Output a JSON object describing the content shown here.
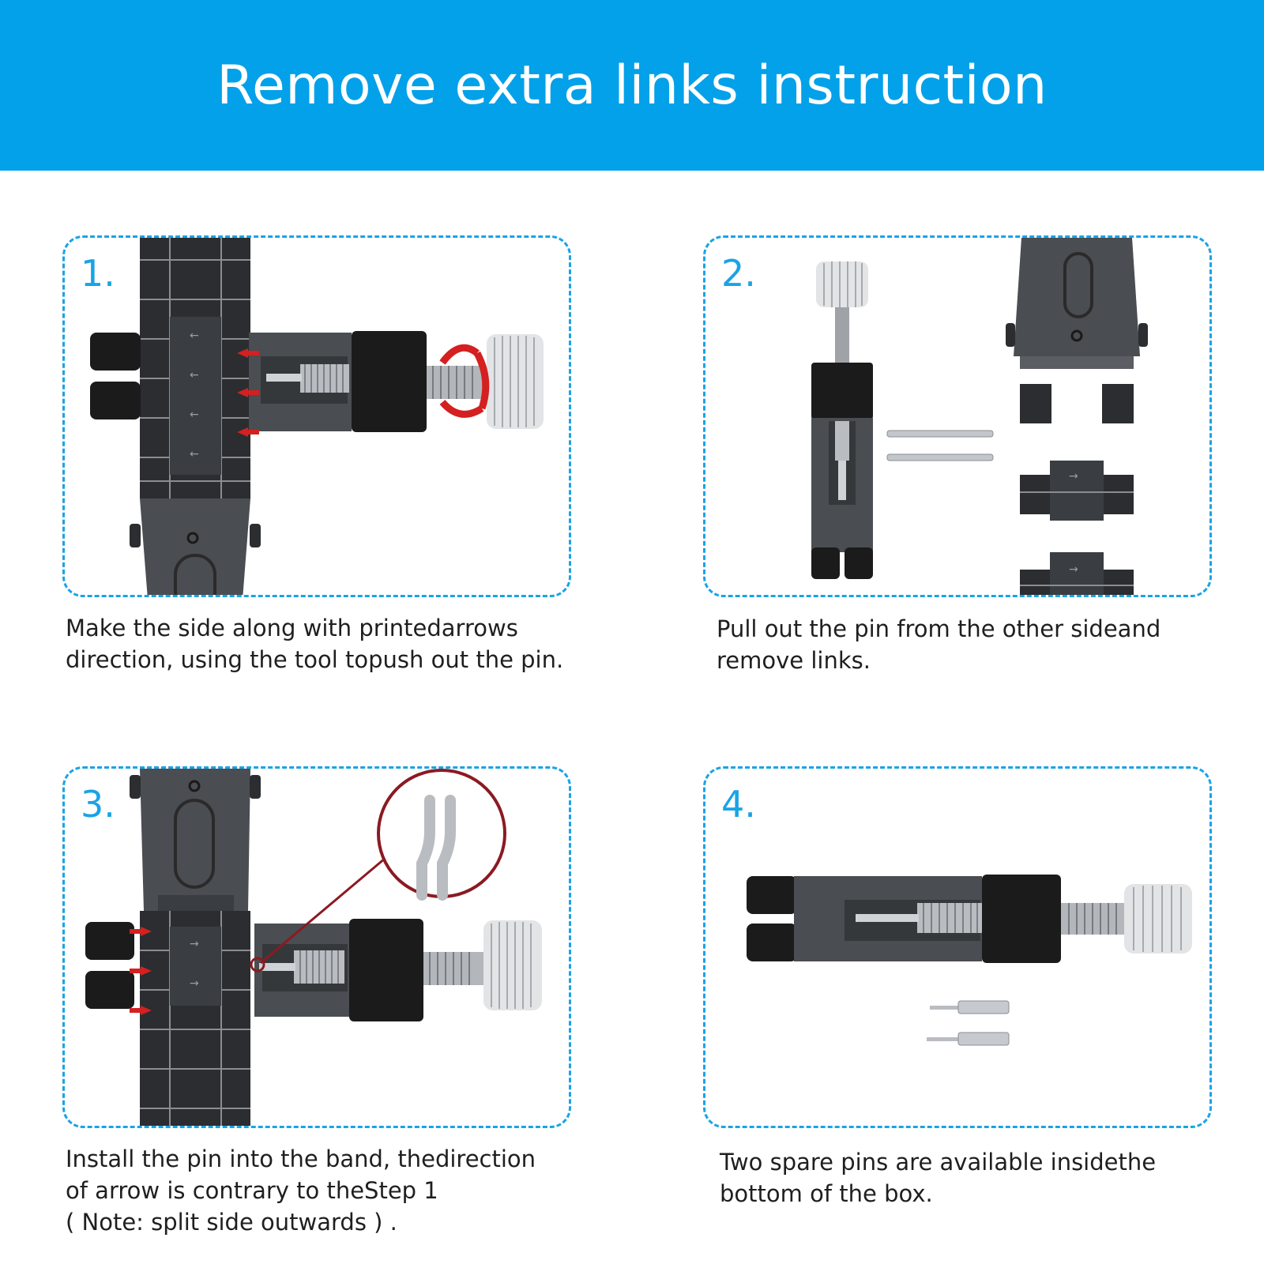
{
  "header": {
    "title": "Remove extra links instruction",
    "background_color": "#03a1e9"
  },
  "steps": [
    {
      "number": "1.",
      "caption_lines": [
        "Make the side along with printedarrows",
        "direction, using the tool topush out the pin."
      ]
    },
    {
      "number": "2.",
      "caption_lines": [
        "Pull out the pin from the other sideand",
        "remove links."
      ]
    },
    {
      "number": "3.",
      "caption_lines": [
        "Install the pin into the band, thedirection",
        "of arrow is contrary to theStep 1",
        "( Note: split side outwards ) ."
      ]
    },
    {
      "number": "4.",
      "caption_lines": [
        "Two spare pins are available insidethe",
        "bottom of the box."
      ]
    }
  ],
  "colors": {
    "accent": "#1aa3e6",
    "arrow_red": "#d42020",
    "callout_circle": "#8b1a22",
    "tool_black": "#1b1b1b",
    "metal_gray": "#4a4d51"
  }
}
